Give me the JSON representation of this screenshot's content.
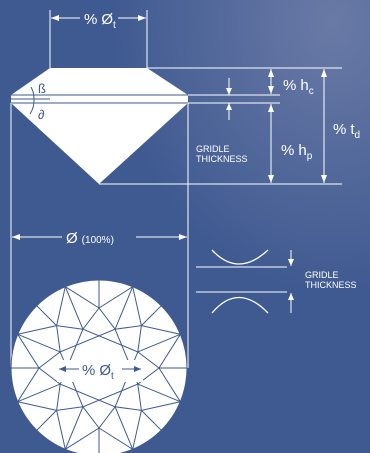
{
  "colors": {
    "background": "#3f5a91",
    "background_light": "#5a6fa0",
    "line": "#ffffff",
    "gem_fill": "#ffffff",
    "facet_line": "#3f5a91"
  },
  "labels": {
    "table_top": {
      "prefix": "%",
      "symbol": "Ø",
      "sub": "t"
    },
    "crown_angle": "ß",
    "pavilion_angle": "∂",
    "crown_height": {
      "prefix": "%",
      "symbol": "h",
      "sub": "c"
    },
    "pavilion_height": {
      "prefix": "%",
      "symbol": "h",
      "sub": "p"
    },
    "total_depth": {
      "prefix": "%",
      "symbol": "t",
      "sub": "d"
    },
    "girdle_thickness_profile": [
      "GRIDLE",
      "THICKNESS"
    ],
    "diameter": {
      "symbol": "Ø",
      "note": "(100%)"
    },
    "girdle_thickness_detail": [
      "GRIDLE",
      "THICKNESS"
    ],
    "table_face": {
      "prefix": "%",
      "symbol": "Ø",
      "sub": "t"
    }
  }
}
